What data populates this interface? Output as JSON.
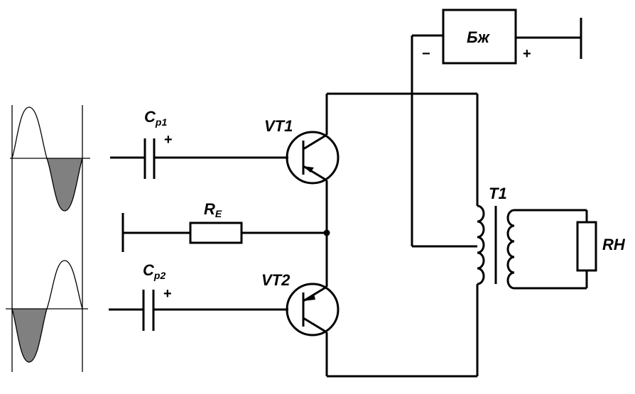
{
  "labels": {
    "cp1": "C",
    "cp1_sub": "p1",
    "cp2": "C",
    "cp2_sub": "p2",
    "vt1": "VT1",
    "vt2": "VT2",
    "re": "R",
    "re_sub": "E",
    "t1": "T1",
    "rn": "RH",
    "battery": "Бж",
    "plus_cp1": "+",
    "plus_cp2": "+",
    "bat_minus": "−",
    "bat_plus": "+"
  }
}
